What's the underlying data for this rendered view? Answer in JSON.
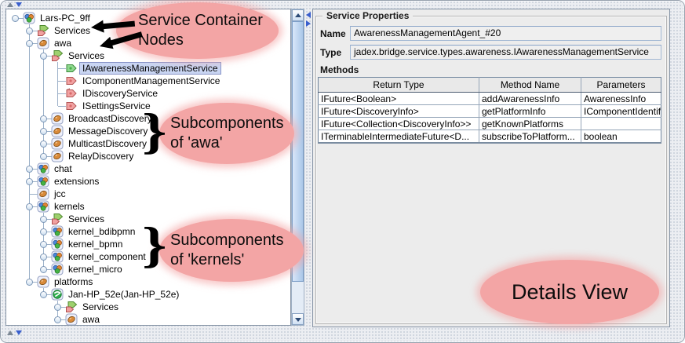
{
  "colors": {
    "annotation_pink": "#f3a5a5",
    "selection_blue": "#c9d5f2",
    "tree_line": "#9bb0c8",
    "divider_arrow": "#3a5fcd",
    "panel_bg": "#ececec"
  },
  "tree": {
    "nodes": [
      {
        "label": "Lars-PC_9ff",
        "icon": "platform-balls",
        "level": 0,
        "handle": "expanded",
        "selected": false
      },
      {
        "label": "Services",
        "icon": "services",
        "level": 1,
        "handle": "collapsed",
        "selected": false
      },
      {
        "label": "awa",
        "icon": "component-bean",
        "level": 1,
        "handle": "expanded",
        "selected": false
      },
      {
        "label": "Services",
        "icon": "services",
        "level": 2,
        "handle": "expanded",
        "selected": false
      },
      {
        "label": "IAwarenessManagementService",
        "icon": "service-green",
        "level": 3,
        "handle": null,
        "selected": true
      },
      {
        "label": "IComponentManagementService",
        "icon": "service-red",
        "level": 3,
        "handle": null,
        "selected": false
      },
      {
        "label": "IDiscoveryService",
        "icon": "service-red-folded",
        "level": 3,
        "handle": null,
        "selected": false
      },
      {
        "label": "ISettingsService",
        "icon": "service-red",
        "level": 3,
        "handle": null,
        "selected": false
      },
      {
        "label": "BroadcastDiscovery",
        "icon": "component-bean",
        "level": 2,
        "handle": "collapsed",
        "selected": false
      },
      {
        "label": "MessageDiscovery",
        "icon": "component-bean",
        "level": 2,
        "handle": "collapsed",
        "selected": false
      },
      {
        "label": "MulticastDiscovery",
        "icon": "component-bean",
        "level": 2,
        "handle": "collapsed",
        "selected": false
      },
      {
        "label": "RelayDiscovery",
        "icon": "component-bean",
        "level": 2,
        "handle": "collapsed",
        "selected": false
      },
      {
        "label": "chat",
        "icon": "platform-balls",
        "level": 1,
        "handle": "collapsed",
        "selected": false
      },
      {
        "label": "extensions",
        "icon": "platform-balls",
        "level": 1,
        "handle": "collapsed",
        "selected": false
      },
      {
        "label": "jcc",
        "icon": "component-bean",
        "level": 1,
        "handle": null,
        "selected": false
      },
      {
        "label": "kernels",
        "icon": "platform-balls",
        "level": 1,
        "handle": "expanded",
        "selected": false
      },
      {
        "label": "Services",
        "icon": "services",
        "level": 2,
        "handle": "collapsed",
        "selected": false
      },
      {
        "label": "kernel_bdibpmn",
        "icon": "platform-balls",
        "level": 2,
        "handle": "collapsed",
        "selected": false
      },
      {
        "label": "kernel_bpmn",
        "icon": "platform-balls",
        "level": 2,
        "handle": "collapsed",
        "selected": false
      },
      {
        "label": "kernel_component",
        "icon": "platform-balls",
        "level": 2,
        "handle": "collapsed",
        "selected": false
      },
      {
        "label": "kernel_micro",
        "icon": "platform-balls",
        "level": 2,
        "handle": "collapsed",
        "selected": false
      },
      {
        "label": "platforms",
        "icon": "component-bean",
        "level": 1,
        "handle": "expanded",
        "selected": false
      },
      {
        "label": "Jan-HP_52e(Jan-HP_52e)",
        "icon": "globe",
        "level": 2,
        "handle": "expanded",
        "selected": false
      },
      {
        "label": "Services",
        "icon": "services",
        "level": 3,
        "handle": "collapsed",
        "selected": false
      },
      {
        "label": "awa",
        "icon": "component-bean",
        "level": 3,
        "handle": "collapsed",
        "selected": false
      }
    ]
  },
  "details": {
    "panel_title": "Service Properties",
    "name_label": "Name",
    "name_value": "AwarenessManagementAgent_#20",
    "type_label": "Type",
    "type_value": "jadex.bridge.service.types.awareness.IAwarenessManagementService",
    "methods_label": "Methods",
    "methods_table": {
      "columns": [
        "Return Type",
        "Method Name",
        "Parameters"
      ],
      "rows": [
        [
          "IFuture<Boolean>",
          "addAwarenessInfo",
          "AwarenessInfo"
        ],
        [
          "IFuture<DiscoveryInfo>",
          "getPlatformInfo",
          "IComponentIdentifier"
        ],
        [
          "IFuture<Collection<DiscoveryInfo>>",
          "getKnownPlatforms",
          ""
        ],
        [
          "ITerminableIntermediateFuture<D...",
          "subscribeToPlatform...",
          "boolean"
        ]
      ]
    }
  },
  "annotations": {
    "service_container": {
      "line1": "Service Container",
      "line2": "Nodes"
    },
    "sub_awa": {
      "line1": "Subcomponents",
      "line2": "of 'awa'"
    },
    "sub_kernels": {
      "line1": "Subcomponents",
      "line2": "of 'kernels'"
    },
    "details_view": {
      "label": "Details View"
    },
    "brace": "}"
  }
}
